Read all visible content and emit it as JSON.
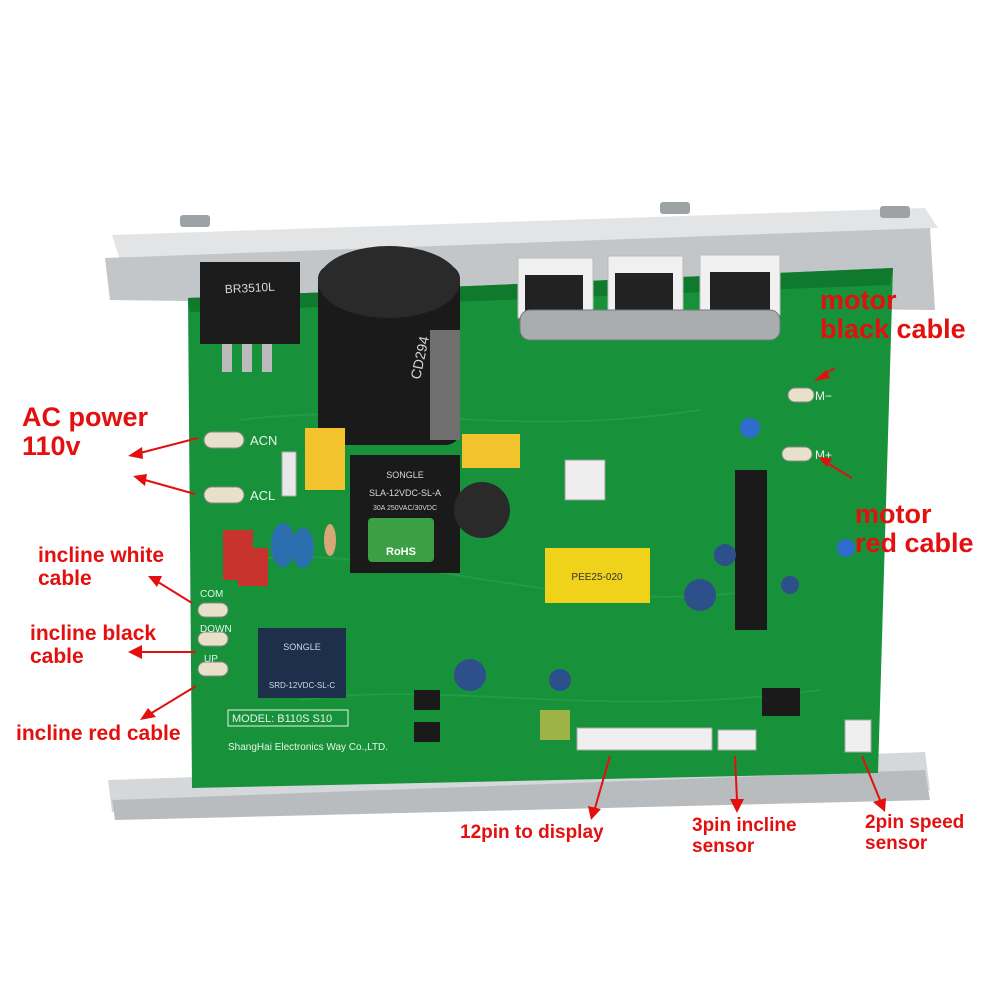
{
  "annotations": {
    "ac_power": [
      "AC power",
      "110v"
    ],
    "motor_black": [
      "motor",
      "black cable"
    ],
    "motor_red": [
      "motor",
      "red cable"
    ],
    "incline_white": [
      "incline white",
      "cable"
    ],
    "incline_black": [
      "incline black",
      "cable"
    ],
    "incline_red": "incline red cable",
    "display_12pin": "12pin to display",
    "incline_sensor_3pin": [
      "3pin incline",
      "sensor"
    ],
    "speed_sensor_2pin": [
      "2pin speed",
      "sensor"
    ]
  },
  "board": {
    "model": "MODEL: B110S S10",
    "maker": "ShangHai Electronics Way Co.,LTD.",
    "terminals": {
      "acn": "ACN",
      "acl": "ACL",
      "com": "COM",
      "down": "DOWN",
      "up": "UP",
      "m_minus": "M−",
      "m_plus": "M+"
    },
    "bridge_rectifier": "BR3510L",
    "capacitor": "CD294",
    "relay_big": [
      "SONGLE",
      "SLA-12VDC-SL-A",
      "30A 250VAC/30VDC"
    ],
    "relay_small": [
      "SONGLE",
      "SRD-12VDC-SL-C"
    ],
    "rohs": "RoHS",
    "transformer": "PEE25-020"
  },
  "colors": {
    "pcb": "#17913a",
    "pcb_dark": "#0f7a2e",
    "heatsink": "#c8cbcd",
    "label_red": "#e3100f"
  }
}
